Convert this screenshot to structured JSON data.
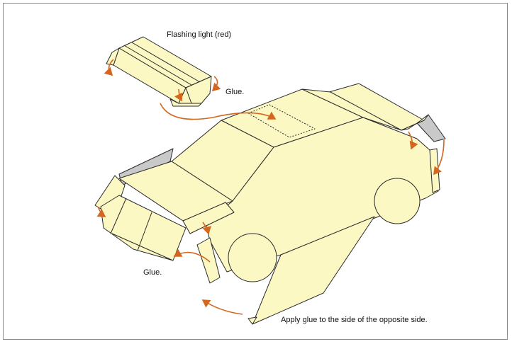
{
  "labels": {
    "flashing_light": "Flashing light (red)",
    "glue_top": "Glue.",
    "glue_left": "Glue.",
    "apply_glue": "Apply glue to the side of the opposite side."
  },
  "colors": {
    "paper": "#fbf8c4",
    "outline": "#2a2a2a",
    "arrow": "#d4661e",
    "shadow": "#c9c9c9",
    "border": "#8a8a8a"
  }
}
